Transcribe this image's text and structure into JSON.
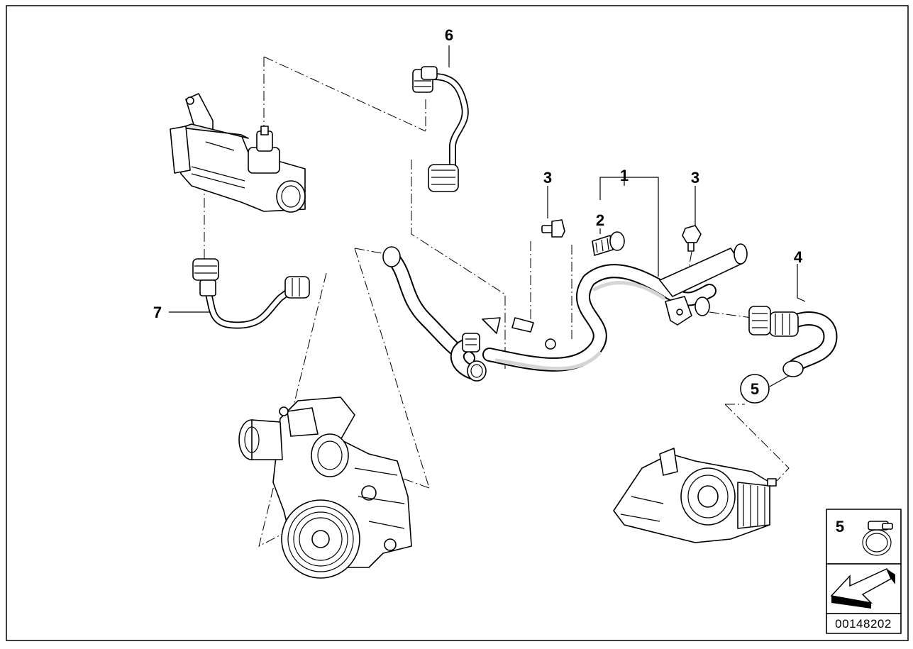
{
  "diagram": {
    "callouts": [
      {
        "id": "1",
        "label": "1"
      },
      {
        "id": "2",
        "label": "2"
      },
      {
        "id": "3a",
        "label": "3"
      },
      {
        "id": "3b",
        "label": "3"
      },
      {
        "id": "4",
        "label": "4"
      },
      {
        "id": "5",
        "label": "5"
      },
      {
        "id": "6",
        "label": "6"
      },
      {
        "id": "7",
        "label": "7"
      }
    ],
    "legend": {
      "clamp_label": "5",
      "drawing_number": "00148202"
    },
    "colors": {
      "line": "#000000",
      "background": "#ffffff",
      "shade": "#d5d5d5"
    }
  }
}
